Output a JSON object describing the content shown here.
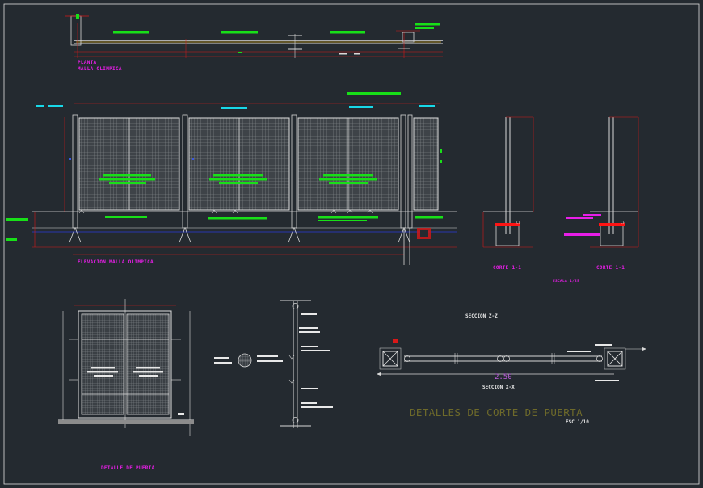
{
  "drawing": {
    "labels": {
      "planta_line1": "PLANTA",
      "planta_line2": "MALLA OLIMPICA",
      "elevacion": "ELEVACION MALLA OLIMPICA",
      "corte_a": "CORTE 1-1",
      "corte_b": "CORTE 1-1",
      "escala_cortes": "ESCALA 1/25",
      "detalle_puerta": "DETALLE DE PUERTA",
      "seccion_zz": "SECCION Z-Z",
      "seccion_xx": "SECCION X-X",
      "detalles_corte": "DETALLES DE CORTE DE PUERTA",
      "esc": "ESC 1/10",
      "dimension": "2.50",
      "cf_a": "CF",
      "cf_b": "CF"
    },
    "colors": {
      "background": "#242a30",
      "structure": "#d8d8d8",
      "dimension": "#d81818",
      "mesh": "#8c8c8c",
      "highlight_green": "#18e018",
      "highlight_cyan": "#18d8e8",
      "title_magenta": "#e81ee8",
      "ground_blue": "#2a3cd8",
      "fill_red": "#ff1414",
      "watermark": "#6e6a2a"
    }
  }
}
